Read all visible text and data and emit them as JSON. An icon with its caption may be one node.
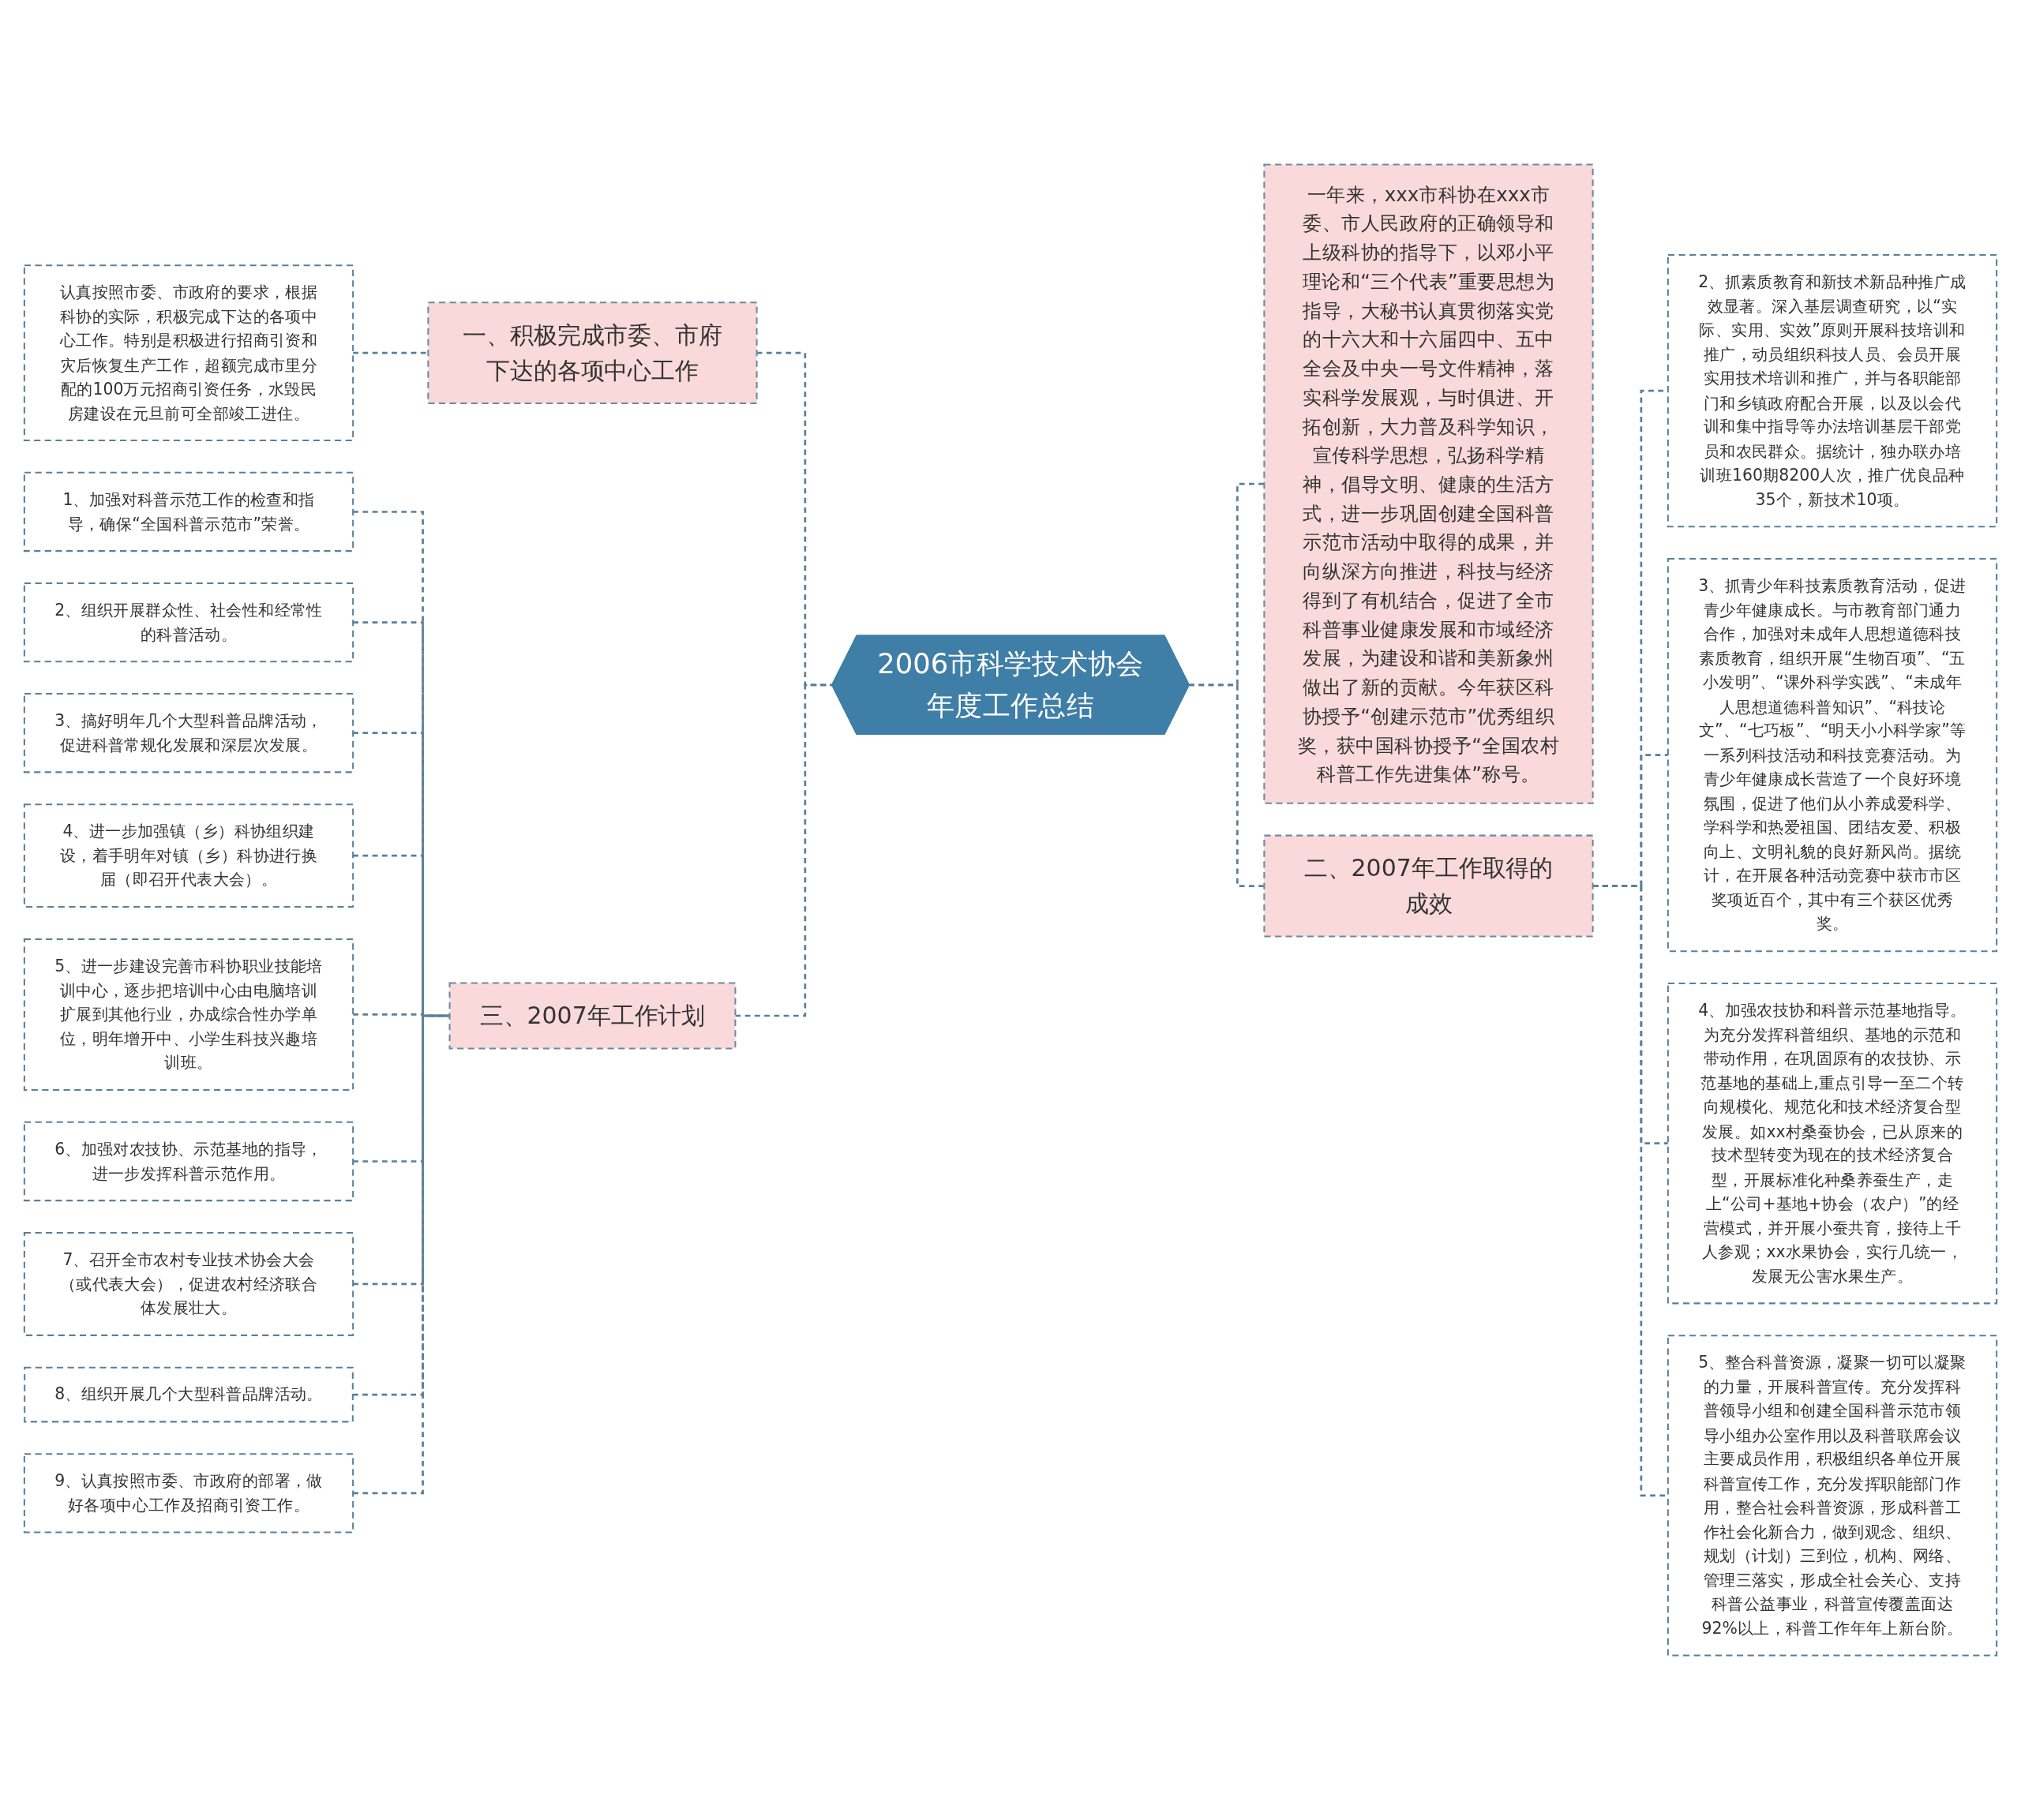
{
  "diagram": {
    "nodes": [
      {
        "text": [
          "2006市科学技术协会年度工作总结"
        ]
      },
      {
        "text": [
          "一、积极完成市委、市府下达的各项中心工作"
        ]
      },
      {
        "text": [
          "认真按照市委、市政府的要求，根据科协的实际，积极完成下达的各项中心工作。特别是积极进行招商引资和灾后恢复生产工作，超额完成市里分配的100万元招商引资任务，水毁民房建设在元旦前可全部竣工进住。"
        ]
      },
      {
        "text": [
          "三、2007年工作计划"
        ]
      },
      {
        "text": [
          "1、加强对科普示范工作的检查和指导，确保“全国科普示范市”荣誉。"
        ]
      },
      {
        "text": [
          "2、组织开展群众性、社会性和经常性的科普活动。"
        ]
      },
      {
        "text": [
          "3、搞好明年几个大型科普品牌活动，促进科普常规化发展和深层次发展。"
        ]
      },
      {
        "text": [
          "4、进一步加强镇（乡）科协组织建设，着手明年对镇（乡）科协进行换届（即召开代表大会）。"
        ]
      },
      {
        "text": [
          "5、进一步建设完善市科协职业技能培训中心，逐步把培训中心由电脑培训扩展到其他行业，办成综合性办学单位，明年增开中、小学生科技兴趣培训班。"
        ]
      },
      {
        "text": [
          "6、加强对农技协、示范基地的指导，进一步发挥科普示范作用。"
        ]
      },
      {
        "text": [
          "7、召开全市农村专业技术协会大会（或代表大会），促进农村经济联合体发展壮大。"
        ]
      },
      {
        "text": [
          "8、组织开展几个大型科普品牌活动。"
        ]
      },
      {
        "text": [
          "9、认真按照市委、市政府的部署，做好各项中心工作及招商引资工作。"
        ]
      },
      {
        "text": [
          "一年来，xxx市科协在xxx市委、市人民政府的正确领导和上级科协的指导下，以邓小平理论和“三个代表”重要思想为指导，大秘书认真贯彻落实党的十六大和十六届四中、五中全会及中央一号文件精神，落实科学发展观，与时俱进、开拓创新，大力普及科学知识，宣传科学思想，弘扬科学精神，倡导文明、健康的生活方式，进一步巩固创建全国科普示范市活动中取得的成果，并向纵深方向推进，科技与经济得到了有机结合，促进了全市科普事业健康发展和市域经济发展，为建设和谐和美新象州做出了新的贡献。今年获区科协授予“创建示范市”优秀组织奖，获中国科协授予“全国农村科普工作先进集体”称号。"
        ]
      },
      {
        "text": [
          "二、2007年工作取得的成效"
        ]
      },
      {
        "text": [
          "2、抓素质教育和新技术新品种推广成效显著。深入基层调查研究，以“实际、实用、实效”原则开展科技培训和推广，动员组织科技人员、会员开展实用技术培训和推广，并与各职能部门和乡镇政府配合开展，以及以会代训和集中指导等办法培训基层干部党员和农民群众。据统计，独办联办培训班160期8200人次，推广优良品种35个，新技术10项。"
        ]
      },
      {
        "text": [
          "3、抓青少年科技素质教育活动，促进青少年健康成长。与市教育部门通力合作，加强对未成年人思想道德科技素质教育，组织开展“生物百项”、“五小发明”、“课外科学实践”、“未成年人思想道德科普知识”、“科技论文”、“七巧板”、“明天小小科学家”等一系列科技活动和科技竞赛活动。为青少年健康成长营造了一个良好环境氛围，促进了他们从小养成爱科学、学科学和热爱祖国、团结友爱、积极向上、文明礼貌的良好新风尚。据统计，在开展各种活动竞赛中获市市区奖项近百个，其中有三个获区优秀奖。"
        ]
      },
      {
        "text": [
          "4、加强农技协和科普示范基地指导。为充分发挥科普组织、基地的示范和带动作用，在巩固原有的农技协、示范基地的基础上,重点引导一至二个转向规模化、规范化和技术经济复合型发展。如xx村桑蚕协会，已从原来的技术型转变为现在的技术经济复合型，开展标准化种桑养蚕生产，走上“公司+基地+协会（农户）”的经营模式，并开展小蚕共育，接待上千人参观；xx水果协会，实行几统一，发展无公害水果生产。"
        ]
      },
      {
        "text": [
          "5、整合科普资源，凝聚一切可以凝聚的力量，开展科普宣传。充分发挥科普领导小组和创建全国科普示范市领导小组办公室作用以及科普联席会议主要成员作用，积极组织各单位开展科普宣传工作，充分发挥职能部门作用，整合社会科普资源，形成科普工作社会化新合力，做到观念、组织、规划（计划）三到位，机构、网络、管理三落实，形成全社会关心、支持科普公益事业，科普宣传覆盖面达92%以上，科普工作年年上新台阶。"
        ]
      }
    ],
    "edges": [
      {
        "from": 1,
        "to": 0,
        "arrow": "none",
        "style": "dashed"
      },
      {
        "from": 2,
        "to": 1,
        "arrow": "none",
        "style": "dashed"
      },
      {
        "from": 3,
        "to": 0,
        "arrow": "none",
        "style": "dashed"
      },
      {
        "from": 4,
        "to": 3,
        "arrow": "none",
        "style": "dashed"
      },
      {
        "from": 5,
        "to": 3,
        "arrow": "none",
        "style": "dashed"
      },
      {
        "from": 6,
        "to": 3,
        "arrow": "none",
        "style": "dashed"
      },
      {
        "from": 7,
        "to": 3,
        "arrow": "none",
        "style": "dashed"
      },
      {
        "from": 8,
        "to": 3,
        "arrow": "none",
        "style": "dashed"
      },
      {
        "from": 9,
        "to": 3,
        "arrow": "none",
        "style": "dashed"
      },
      {
        "from": 10,
        "to": 3,
        "arrow": "none",
        "style": "dashed"
      },
      {
        "from": 11,
        "to": 3,
        "arrow": "none",
        "style": "dashed"
      },
      {
        "from": 12,
        "to": 3,
        "arrow": "none",
        "style": "dashed"
      },
      {
        "from": 0,
        "to": 13,
        "arrow": "none",
        "style": "dashed"
      },
      {
        "from": 0,
        "to": 14,
        "arrow": "none",
        "style": "dashed"
      },
      {
        "from": 14,
        "to": 15,
        "arrow": "none",
        "style": "dashed"
      },
      {
        "from": 14,
        "to": 16,
        "arrow": "none",
        "style": "dashed"
      },
      {
        "from": 14,
        "to": 17,
        "arrow": "none",
        "style": "dashed"
      },
      {
        "from": 14,
        "to": 18,
        "arrow": "none",
        "style": "dashed"
      }
    ]
  }
}
